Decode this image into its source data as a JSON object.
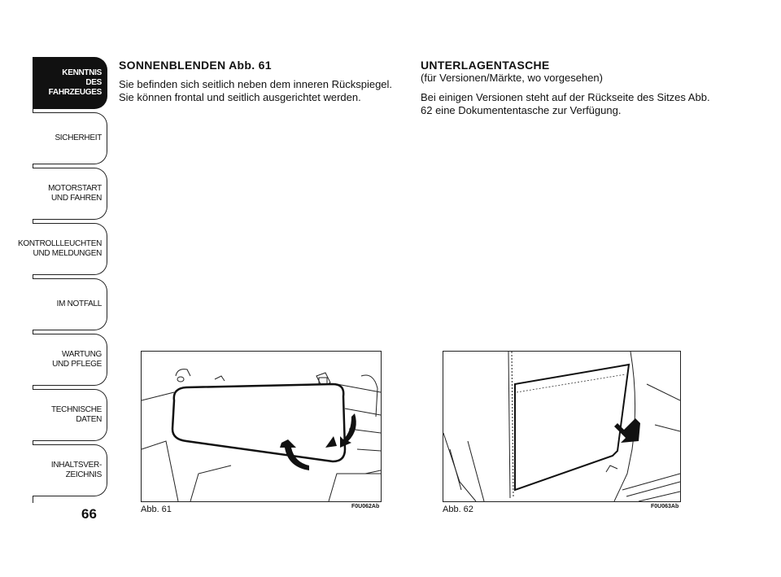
{
  "sidebar": {
    "tabs": [
      {
        "label": "KENNTNIS\nDES FAHRZEUGES",
        "active": true
      },
      {
        "label": "SICHERHEIT",
        "active": false
      },
      {
        "label": "MOTORSTART\nUND FAHREN",
        "active": false
      },
      {
        "label": "KONTROLLLEUCHTEN\nUND MELDUNGEN",
        "active": false
      },
      {
        "label": "IM NOTFALL",
        "active": false
      },
      {
        "label": "WARTUNG\nUND PFLEGE",
        "active": false
      },
      {
        "label": "TECHNISCHE\nDATEN",
        "active": false
      },
      {
        "label": "INHALTSVER-\nZEICHNIS",
        "active": false
      }
    ]
  },
  "page_number": "66",
  "left_section": {
    "heading": "SONNENBLENDEN Abb. 61",
    "body": "Sie befinden sich seitlich neben dem inneren Rückspiegel. Sie können frontal und seitlich ausgerichtet werden."
  },
  "right_section": {
    "heading": "UNTERLAGENTASCHE",
    "subheading": "(für Versionen/Märkte, wo vorgesehen)",
    "body": "Bei einigen Versionen steht auf der Rückseite des Sitzes Abb. 62 eine Dokumententasche zur Verfügung."
  },
  "figures": [
    {
      "caption": "Abb. 61",
      "code": "F0U062Ab",
      "subject": "sun-visor-illustration"
    },
    {
      "caption": "Abb. 62",
      "code": "F0U063Ab",
      "subject": "seat-pocket-illustration"
    }
  ]
}
